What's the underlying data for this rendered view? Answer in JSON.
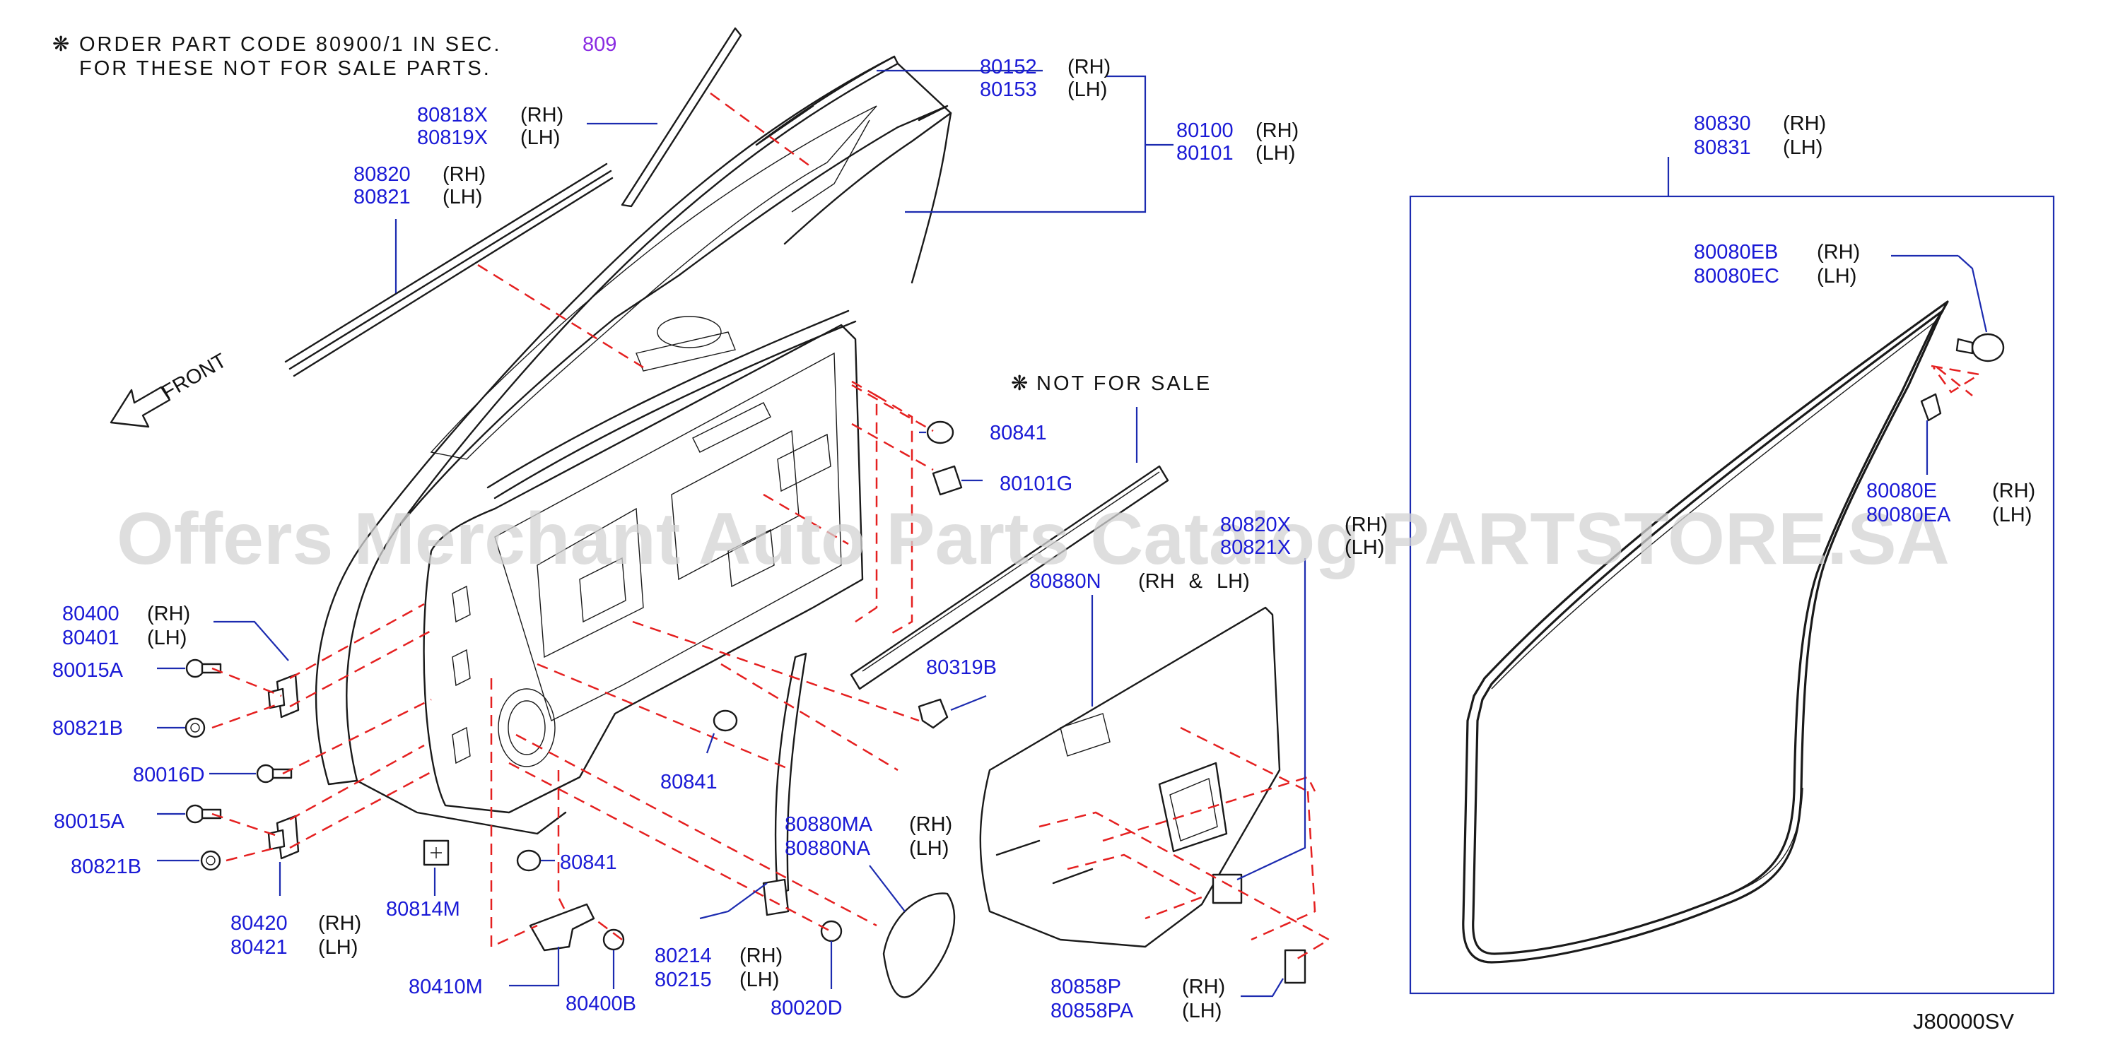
{
  "note": {
    "line1": "ORDER PART CODE 80900/1 IN SEC.",
    "line2": "FOR THESE NOT FOR SALE PARTS.",
    "section_ref": "809",
    "not_for_sale": "NOT FOR SALE",
    "front": "FRONT",
    "symbol": "❋"
  },
  "watermark": "Offers Merchant Auto Parts Catalog PARTSTORE.SA",
  "diagram_code": "J80000SV",
  "parts": {
    "p80152": "80152",
    "p80153": "80153",
    "p80100": "80100",
    "p80101": "80101",
    "p80818X": "80818X",
    "p80819X": "80819X",
    "p80820": "80820",
    "p80821": "80821",
    "p80841a": "80841",
    "p80101G": "80101G",
    "p80830": "80830",
    "p80831": "80831",
    "p80080EB": "80080EB",
    "p80080EC": "80080EC",
    "p80080E": "80080E",
    "p80080EA": "80080EA",
    "p80820X": "80820X",
    "p80821X": "80821X",
    "p80880N": "80880N",
    "p80400": "80400",
    "p80401": "80401",
    "p80015A1": "80015A",
    "p80821B1": "80821B",
    "p80016D": "80016D",
    "p80015A2": "80015A",
    "p80821B2": "80821B",
    "p80420": "80420",
    "p80421": "80421",
    "p80814M": "80814M",
    "p80410M": "80410M",
    "p80400B": "80400B",
    "p80841b": "80841",
    "p80841c": "80841",
    "p80319B": "80319B",
    "p80880MA": "80880MA",
    "p80880NA": "80880NA",
    "p80214": "80214",
    "p80215": "80215",
    "p80020D": "80020D",
    "p80858P": "80858P",
    "p80858PA": "80858PA"
  },
  "sides": {
    "rh": "(RH)",
    "lh": "(LH)",
    "rh_lh": "(RH & LH)"
  }
}
